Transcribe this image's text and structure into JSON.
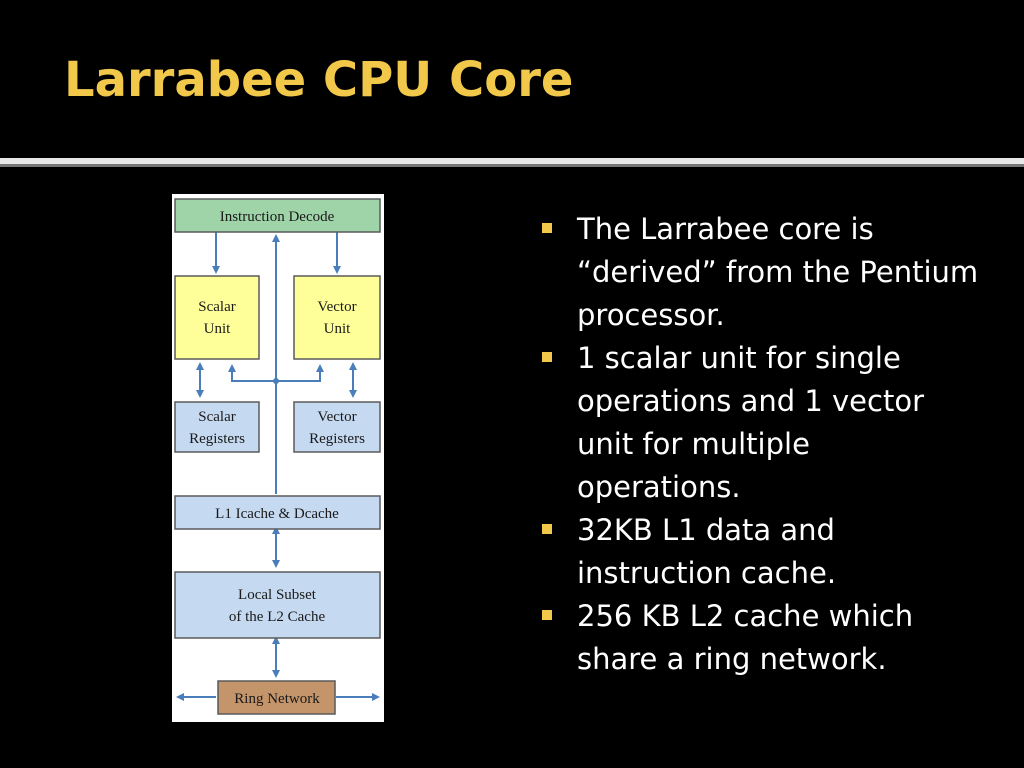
{
  "slide": {
    "title": "Larrabee CPU Core"
  },
  "diagram": {
    "boxes": {
      "instruction_decode": "Instruction Decode",
      "scalar_unit_line1": "Scalar",
      "scalar_unit_line2": "Unit",
      "vector_unit_line1": "Vector",
      "vector_unit_line2": "Unit",
      "scalar_registers_line1": "Scalar",
      "scalar_registers_line2": "Registers",
      "vector_registers_line1": "Vector",
      "vector_registers_line2": "Registers",
      "l1_cache": "L1 Icache & Dcache",
      "l2_subset_line1": "Local Subset",
      "l2_subset_line2": "of the L2 Cache",
      "ring_network": "Ring Network"
    },
    "colors": {
      "decode": "#9fd4a8",
      "unit": "#ffff99",
      "memory": "#c5d9f1",
      "ring": "#c4956a",
      "arrow": "#4a7ebb",
      "border": "#5a5a5a"
    }
  },
  "bullets": [
    "The Larrabee core is “derived” from the Pentium processor.",
    "1 scalar unit for single operations and 1 vector unit for multiple operations.",
    "32KB L1 data and instruction cache.",
    "256 KB L2 cache which share a ring network."
  ],
  "colors": {
    "title": "#f2c84b",
    "bullet": "#f2c84b",
    "text": "#ffffff",
    "background": "#000000"
  }
}
